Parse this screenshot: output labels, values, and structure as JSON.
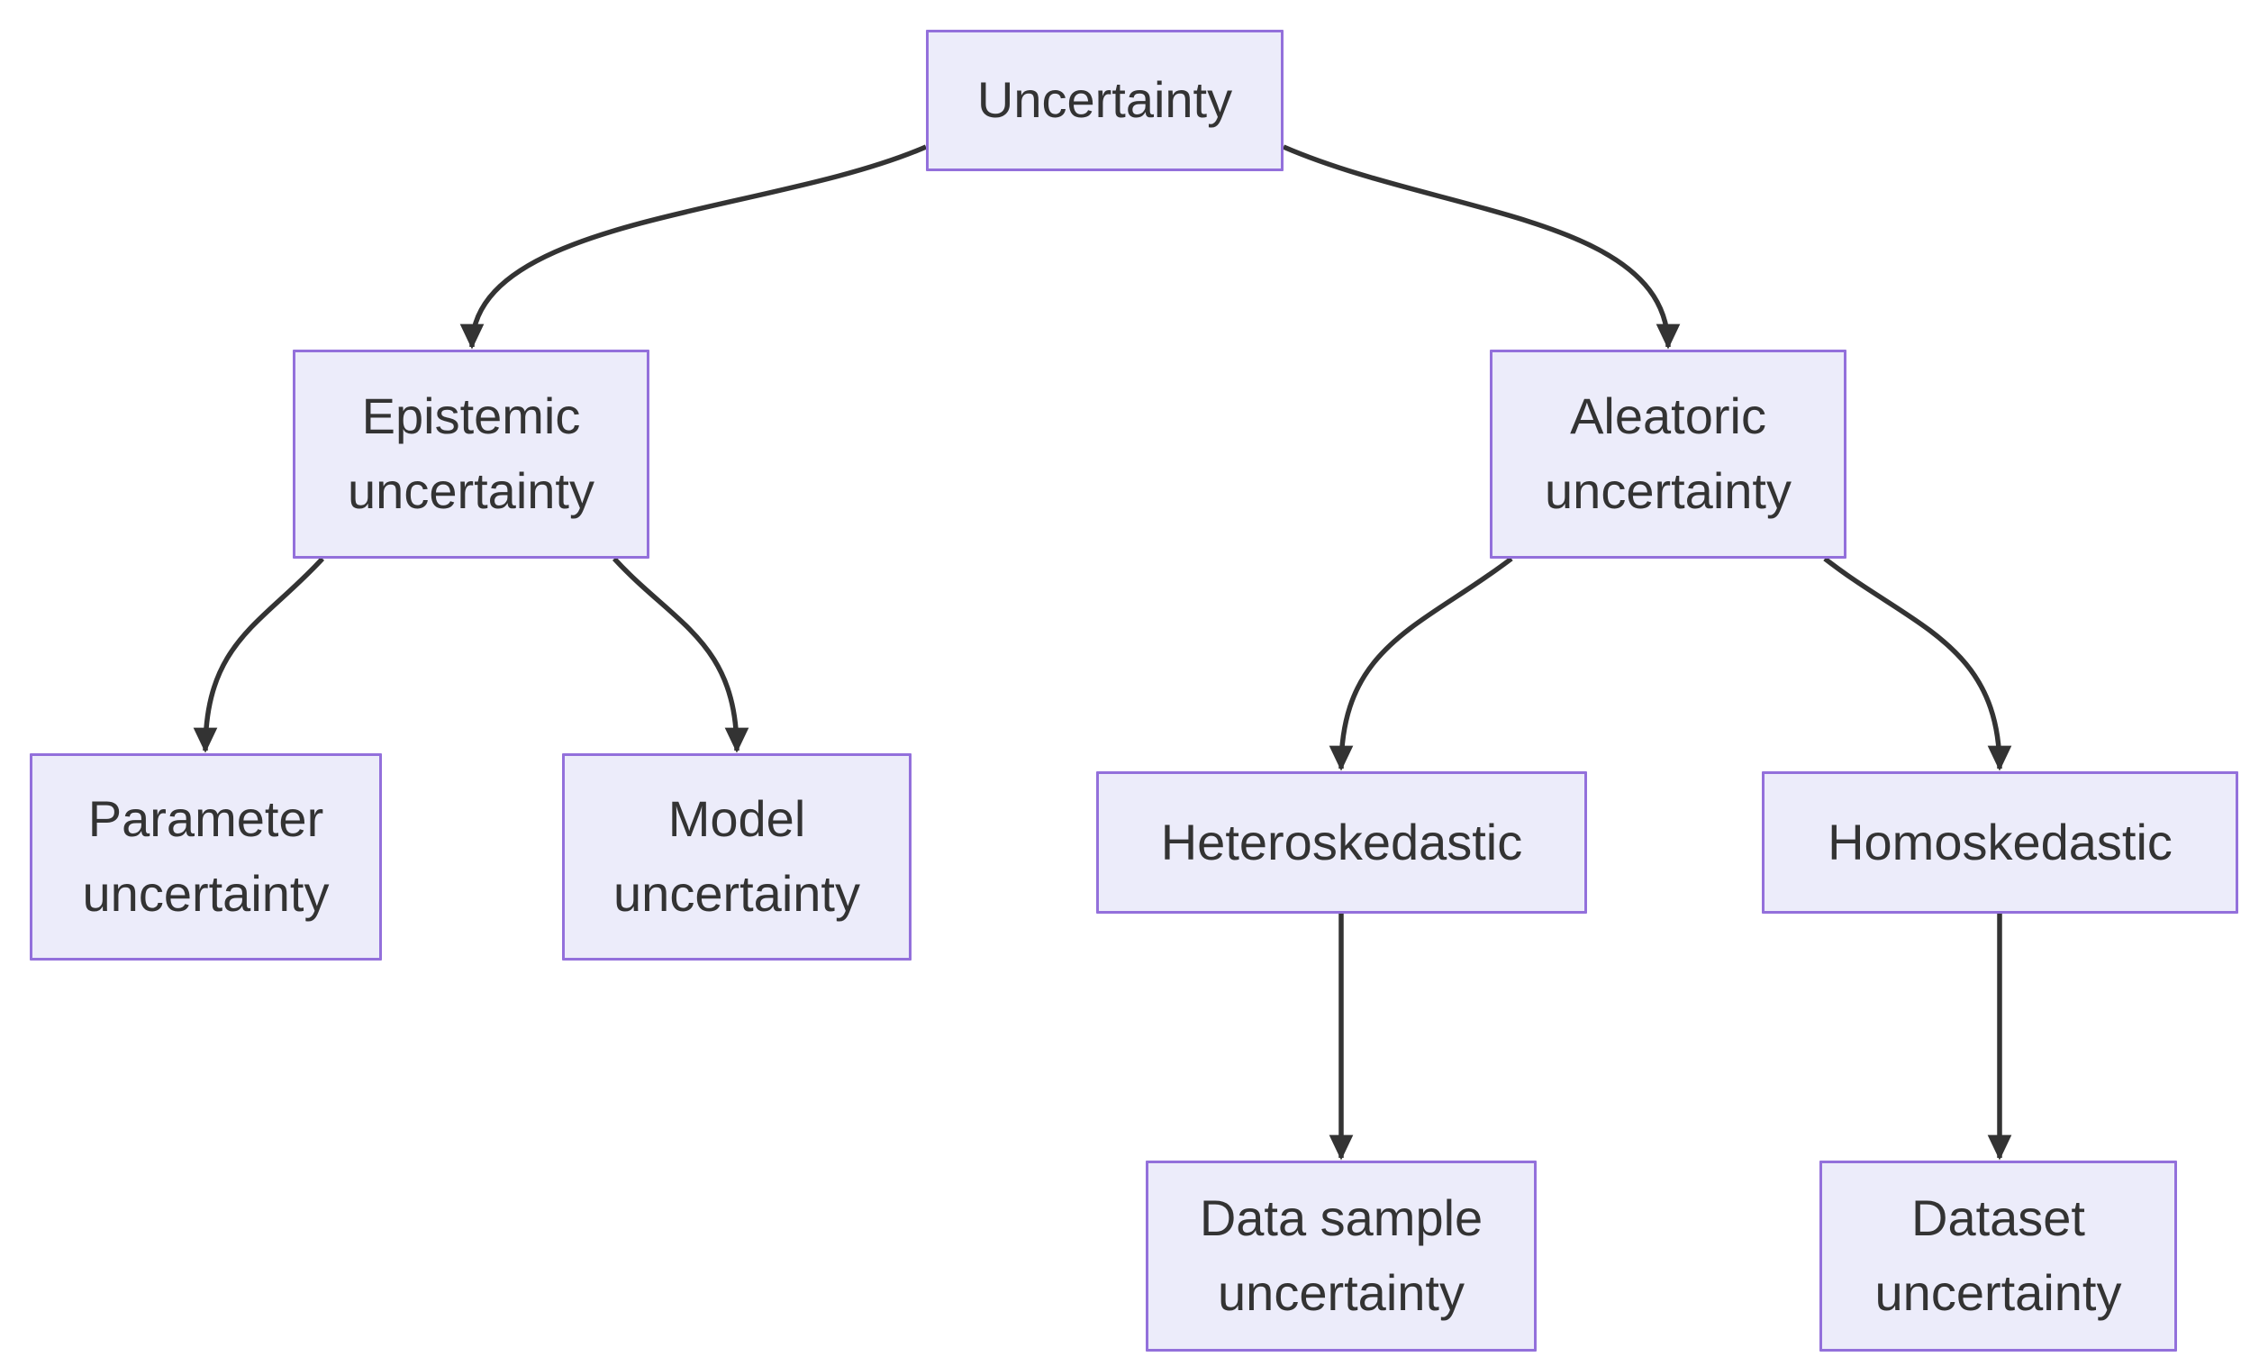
{
  "diagram": {
    "type": "flowchart",
    "direction": "top-down",
    "colors": {
      "node_fill": "#ECECFA",
      "node_border": "#9370DB",
      "edge": "#333333",
      "text": "#333333",
      "background": "#FFFFFF"
    },
    "nodes": {
      "uncertainty": {
        "label": "Uncertainty"
      },
      "epistemic": {
        "label": "Epistemic uncertainty"
      },
      "aleatoric": {
        "label": "Aleatoric uncertainty"
      },
      "parameter": {
        "label": "Parameter uncertainty"
      },
      "model": {
        "label": "Model uncertainty"
      },
      "heteroskedastic": {
        "label": "Heteroskedastic"
      },
      "homoskedastic": {
        "label": "Homoskedastic"
      },
      "data_sample": {
        "label": "Data sample uncertainty"
      },
      "dataset": {
        "label": "Dataset uncertainty"
      }
    },
    "edges": [
      {
        "from": "Uncertainty",
        "to": "Epistemic uncertainty"
      },
      {
        "from": "Uncertainty",
        "to": "Aleatoric uncertainty"
      },
      {
        "from": "Epistemic uncertainty",
        "to": "Parameter uncertainty"
      },
      {
        "from": "Epistemic uncertainty",
        "to": "Model uncertainty"
      },
      {
        "from": "Aleatoric uncertainty",
        "to": "Heteroskedastic"
      },
      {
        "from": "Aleatoric uncertainty",
        "to": "Homoskedastic"
      },
      {
        "from": "Heteroskedastic",
        "to": "Data sample uncertainty"
      },
      {
        "from": "Homoskedastic",
        "to": "Dataset uncertainty"
      }
    ]
  }
}
